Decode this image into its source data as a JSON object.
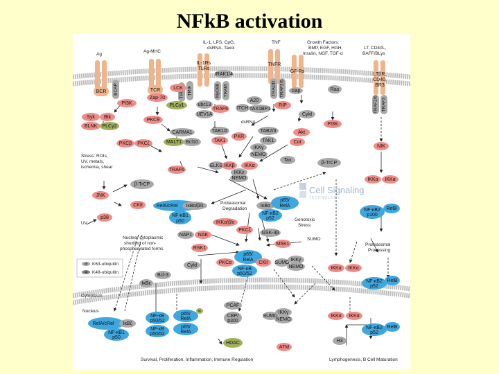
{
  "title": "NFkB activation",
  "colors": {
    "red": "#f08b86",
    "gray": "#a9a9a9",
    "blue": "#3fa7e0",
    "green": "#9fb05a",
    "receptor": "#f0b48a",
    "membrane": "#b8b8b8"
  },
  "watermark": {
    "text": "Cell Signaling",
    "sub": "TECHNOLOGY"
  },
  "stimuli": {
    "ag": "Ag",
    "agmhc": "Ag-MHC",
    "il1_1": "IL-1, LPS, CpG,",
    "il1_2": "dsRNA, Taxol",
    "tnf": "TNF",
    "gf_1": "Growth Factors:",
    "gf_2": "BMP, EGF, HGH,",
    "gf_3": "Insulin, NGF, TGF-α",
    "lt_1": "LT, CD40L,",
    "lt_2": "BAFF/BLys"
  },
  "receptors": {
    "bcr": "BCR",
    "tcr": "TCR",
    "il1r_1": "IL-1Rs",
    "il1r_2": "TLRs",
    "tnfr": "TNFR",
    "gfr": "GF-Rs",
    "ltbr_1": "LTβR,",
    "ltbr_2": "CD40,",
    "ltbr_3": "BR3"
  },
  "adaptors": {
    "bcap": "BCAP",
    "tirap": "TIRAP",
    "trif": "TRIF",
    "myd88": "MyD88",
    "tram": "TRAM",
    "tradd": "TRADD",
    "traf2": "TRAF2/5",
    "traf3": "TRAF3",
    "traf2b": "TRAF2/6",
    "ubcG": "ubc13",
    "uev1a": "UEV1A",
    "irak": "IRAK1/4"
  },
  "nodes": {
    "pi3k_l": "PI3K",
    "syk": "Syk",
    "btk": "Btk",
    "blnk": "BLNK",
    "plcg2": "PLCγ2",
    "lck": "LCK",
    "zap70": "Zap-70",
    "plcg1": "PLCγ1",
    "pkcth": "PKCθ",
    "carma1": "CARMA1",
    "malt1": "MALT1",
    "bcl10": "Bcl10",
    "pkcb": "PKCβ",
    "pkcz1": "PKCζ",
    "traf6a": "TRAF6",
    "a20": "A20",
    "itch": "ITCH",
    "tax1bp1": "TAX1BP1",
    "rip": "RIP",
    "cyld1": "Cyld",
    "ciap": "ciap",
    "tab12": "TAB1/2",
    "tak1a": "TAK1",
    "pkr": "PKR",
    "tab23": "TAB2/3",
    "tak1b": "TAK1",
    "akt": "Akt",
    "cot": "Cot",
    "pi3k_r": "PI3K",
    "ras": "Ras",
    "ikkgN": "IKKγ",
    "nemoN": "NEMO",
    "traf6b": "TRAF6",
    "elks": "ELKS",
    "ikkb": "IKKβ",
    "ikka": "IKKα",
    "ikkg2": "IKKγ",
    "nemo2": "NEMO",
    "tax": "Tax",
    "btrcp": "β-TrCP",
    "btrcp2": "β-TrCP",
    "nik": "NIK",
    "ikka_r1": "IKKα",
    "ikka_r2": "IKKα",
    "stress_1": "Stress: ROIs,",
    "stress_2": "UV, metals,",
    "stress_3": "ischemia, shear",
    "jnk": "JNK",
    "ckii_l": "CKII",
    "uv": "UV",
    "p38": "p38",
    "rela_1": "RelA/cRel",
    "ikba": "IκBα/β/ε",
    "nfkb1": "NF-κB1",
    "p50": "p50",
    "ikkab": "IKKα/β/ε",
    "nap1": "NAP1",
    "nak": "NAK",
    "rsk1": "RSK1",
    "prot_1": "Proteasomal",
    "prot_2": "Degradation",
    "ikba2": "IκBα",
    "p65": "p65/",
    "rela2": "RelA",
    "nfkb2": "NF-κB2",
    "p52": "p52",
    "pkcz2": "PKCζ",
    "gsk": "GSK-3β",
    "msk1": "MSK1",
    "geno_1": "Genotoxic",
    "geno_2": "Stress",
    "sumo": "SUMO",
    "pkca": "PKCα",
    "p65c": "p65/",
    "relac": "RelA",
    "nfkb_c": "NF-κB",
    "p5052c": "p50/52",
    "ckii_c": "CKII",
    "sumo2": "SUMO",
    "ikkg_s": "IKKγ",
    "nemo_s": "NEMO",
    "cyld2": "Cyld",
    "bcl3": "Bcl-3",
    "ikbe": "IκBε",
    "ikka_l1": "IKKα",
    "ikka_l2": "IKKα",
    "nfkb2r": "NF-κB2",
    "p100": "p100",
    "relb": "RelB",
    "pp_1": "Proteasomal",
    "pp_2": "Processing",
    "nfkb2r2": "NF-κB2",
    "p52r": "p52",
    "relb2": "RelB",
    "shuttle_1": "Nuclear-cytoplasmic",
    "shuttle_2": "shuttling of non-",
    "shuttle_3": "phosphorylated forms",
    "leg1": "K63-ubiquitin",
    "leg2": "K48-ubiquitin",
    "ub": "ub",
    "cyto": "Cytoplasm",
    "nucleus": "Nucleus",
    "relaN": "RelA/cRel",
    "ikbz": "IκBζ",
    "nfkb1N": "NF-κB1",
    "p50N": "p50",
    "nfkbA": "NF-κB",
    "p5052A": "p50/52",
    "nfkbB": "NF-κB",
    "p5052B": "p50/52",
    "p65N": "p65/",
    "relaN2": "RelA",
    "p65N2": "p65/",
    "relaN3": "RelA",
    "ac": "ac",
    "pcaf": "PCAF",
    "cbp": "CBP/",
    "p300": "p300",
    "hdac": "HDAC",
    "sumoN": "SUMO",
    "ikkgN2": "IKKγ",
    "nemoN2": "NEMO",
    "atm": "ATM",
    "ikkaN1": "IKKα",
    "ikkaN2": "IKKα",
    "h3": "H3",
    "nfkb2N": "NF-κB2",
    "p52N": "p52",
    "relbN": "RelB",
    "out_l": "Survival, Proliferation, Inflammation, Immune Regulation",
    "out_r": "Lymphogenesis, B Cell Maturation",
    "dsrna": "dsRNA"
  }
}
